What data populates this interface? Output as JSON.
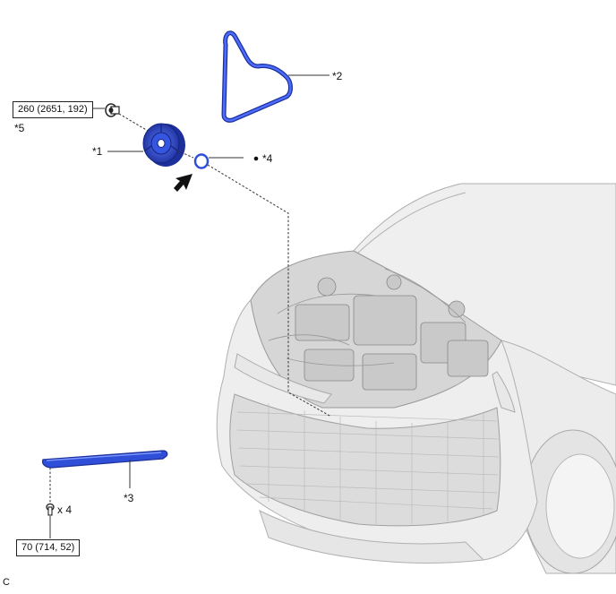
{
  "torque_top": "260 (2651, 192)",
  "torque_bottom": "70 (714, 52)",
  "callouts": {
    "part1": "*1",
    "part2": "*2",
    "part3": "*3",
    "part4": "*4",
    "part5": "*5"
  },
  "bolt_qty": "x 4",
  "footer_code": "C",
  "colors": {
    "part_blue": "#2f4fd8",
    "part_blue_dark": "#1d2f9a",
    "leader": "#333333",
    "car_line": "#b5b5b5",
    "car_fill": "#f2f2f2"
  }
}
